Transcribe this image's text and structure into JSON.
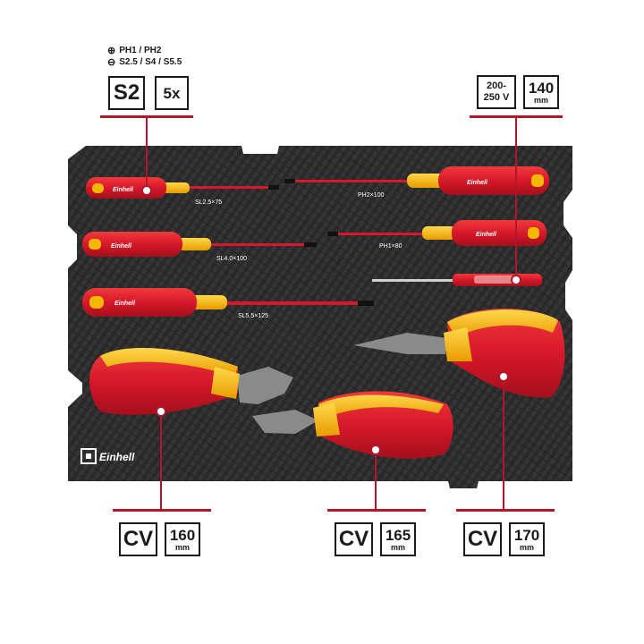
{
  "specs": {
    "phillips": "PH1 / PH2",
    "slotted": "S2.5 / S4 / S5.5"
  },
  "screwdriver_badges": {
    "material": "S2",
    "count": "5x"
  },
  "tester_badges": {
    "voltage_line1": "200-",
    "voltage_line2": "250 V",
    "length_value": "140",
    "length_unit": "mm"
  },
  "tool_labels": {
    "sl25": "SL2.5×75",
    "sl40": "SL4.0×100",
    "sl55": "SL5.5×125",
    "ph2": "PH2×100",
    "ph1": "PH1×80"
  },
  "brand": "Einhell",
  "pliers": [
    {
      "material": "CV",
      "length_value": "160",
      "length_unit": "mm"
    },
    {
      "material": "CV",
      "length_value": "165",
      "length_unit": "mm"
    },
    {
      "material": "CV",
      "length_value": "170",
      "length_unit": "mm"
    }
  ],
  "colors": {
    "accent_red": "#b0172a",
    "handle_red": "#d7182a",
    "handle_yellow": "#f5b800",
    "tray": "#2b2b2b"
  }
}
